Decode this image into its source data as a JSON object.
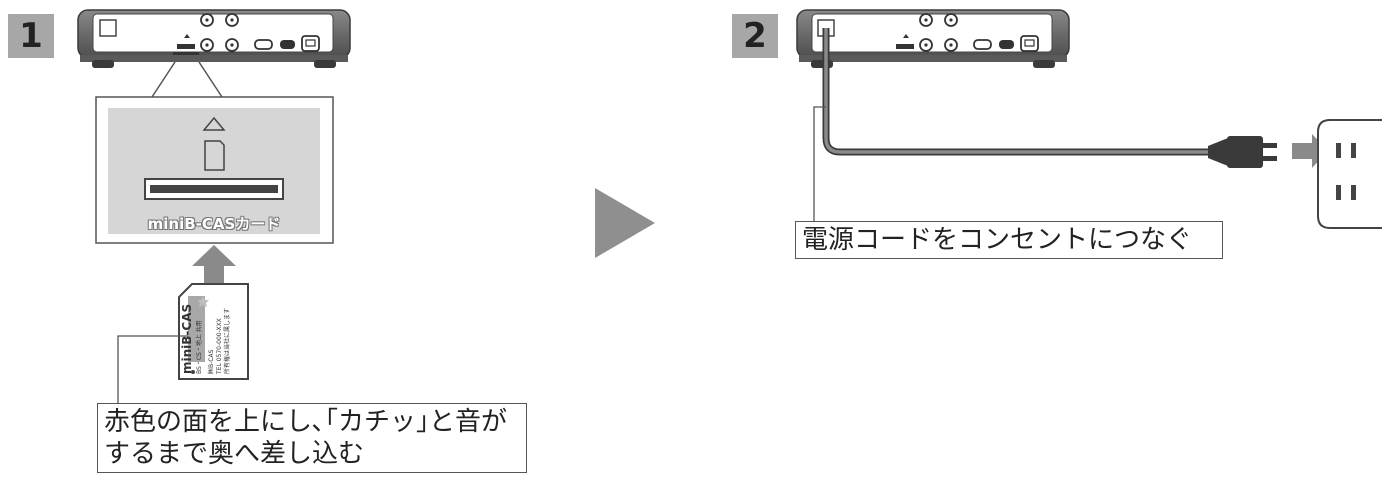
{
  "step1": {
    "number": "1",
    "zoom_label": "miniB-CASカード",
    "card": {
      "title": "miniB-CAS",
      "line2": "BS・CS・地上 共用",
      "line3": "㈱B-CAS",
      "line4": "TEL 0570-000-XXX",
      "line5": "所有権は当社に属します"
    },
    "instruction_line1": "赤色の面を上にし､｢カチッ｣と音が",
    "instruction_line2": "するまで奥へ差し込む"
  },
  "step2": {
    "number": "2",
    "instruction": "電源コードをコンセントにつなぐ"
  },
  "colors": {
    "device_body": "#6f6f6f",
    "zoom_panel": "#d6d6d6",
    "arrow": "#8a8a8a",
    "step_badge": "#a7a7a7"
  },
  "icons": [
    "play-arrow-icon",
    "insert-arrow-icon",
    "plug-arrow-icon",
    "outlet-icon",
    "power-plug-icon"
  ]
}
